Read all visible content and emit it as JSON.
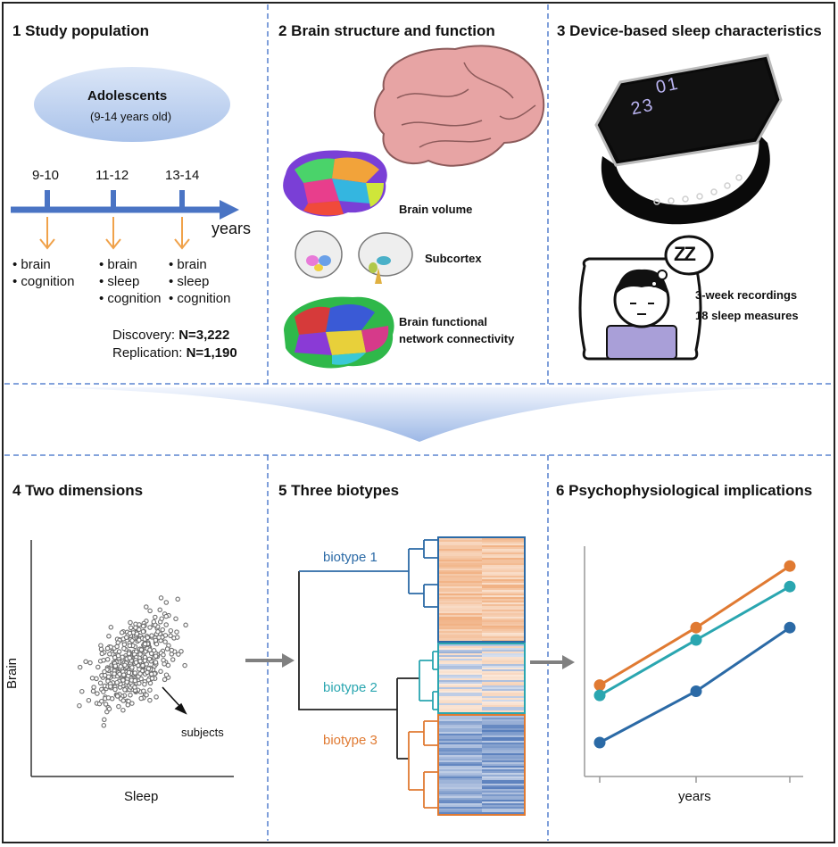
{
  "panels": {
    "study_population": {
      "title": "1 Study population",
      "group": "Adolescents",
      "age_range": "(9-14 years old)",
      "ages": [
        "9-10",
        "11-12",
        "13-14"
      ],
      "axis_label": "years",
      "measures": [
        [
          "brain",
          "cognition"
        ],
        [
          "brain",
          "sleep",
          "cognition"
        ],
        [
          "brain",
          "sleep",
          "cognition"
        ]
      ],
      "discovery_label": "Discovery:",
      "discovery_n": "N=3,222",
      "replication_label": "Replication:",
      "replication_n": "N=1,190"
    },
    "brain": {
      "title": "2 Brain structure and function",
      "labels": [
        "Brain volume",
        "Subcortex",
        "Brain functional",
        "network connectivity"
      ]
    },
    "sleep_device": {
      "title": "3 Device-based sleep characteristics",
      "watch_digits": [
        "01",
        "23"
      ],
      "zz": "ZZ",
      "lines": [
        "3-week recordings",
        "18 sleep measures"
      ]
    },
    "dimensions": {
      "title": "4 Two dimensions",
      "xlabel": "Sleep",
      "ylabel": "Brain",
      "annotation": "subjects"
    },
    "biotypes": {
      "title": "5 Three biotypes",
      "labels": [
        "biotype 1",
        "biotype 2",
        "biotype 3"
      ]
    },
    "implications": {
      "title": "6 Psychophysiological implications",
      "xlabel": "years"
    }
  },
  "colors": {
    "timeline_blue": "#4a74c4",
    "arrow_orange": "#f0a24a",
    "divider_blue": "#3b6cc6",
    "biotype1": "#2b6aa6",
    "biotype2": "#2aa6b0",
    "biotype3": "#e07a32",
    "scatter_point": "#6f6f6f"
  },
  "chart_data": [
    {
      "type": "scatter",
      "xlabel": "Sleep",
      "ylabel": "Brain",
      "note": "schematic point cloud, no printed values"
    },
    {
      "type": "line",
      "xlabel": "years",
      "x": [
        1,
        2,
        3
      ],
      "series": [
        {
          "color": "#e07a32",
          "values": [
            0.38,
            0.66,
            0.96
          ]
        },
        {
          "color": "#2aa6b0",
          "values": [
            0.33,
            0.6,
            0.86
          ]
        },
        {
          "color": "#2b6aa6",
          "values": [
            0.1,
            0.35,
            0.66
          ]
        }
      ],
      "ylim": [
        0,
        1
      ]
    }
  ]
}
